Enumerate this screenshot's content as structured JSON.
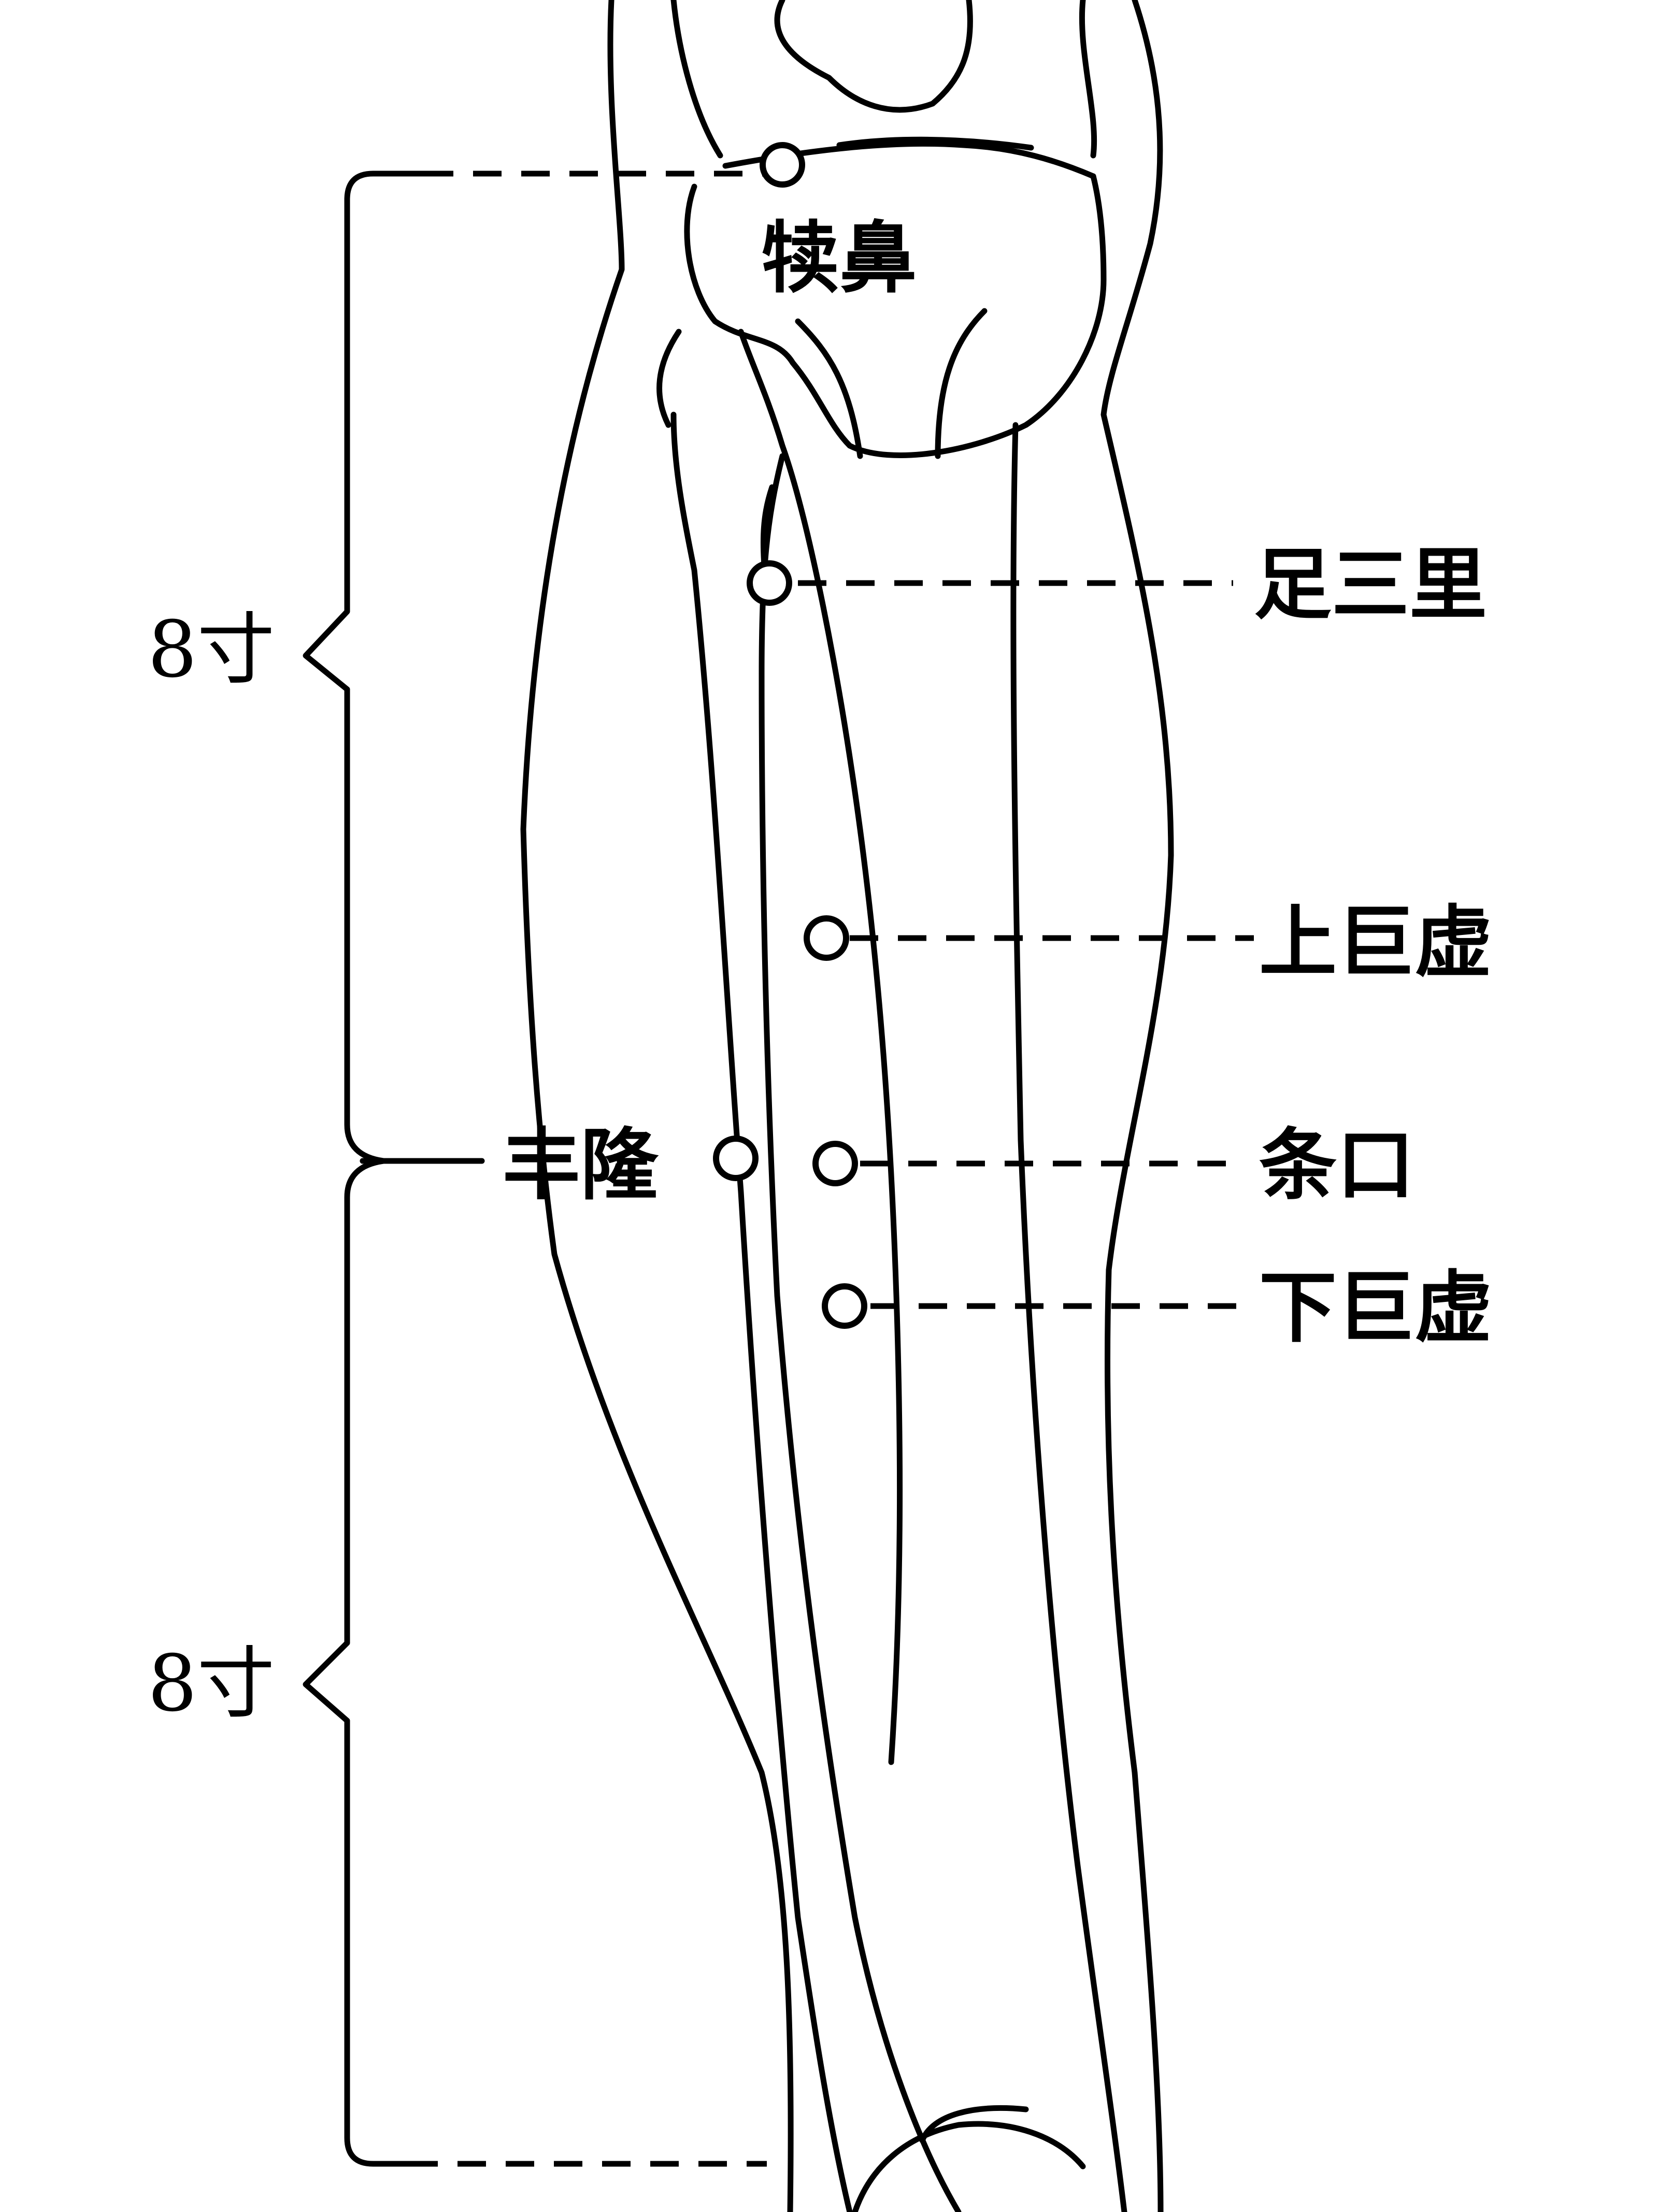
{
  "acupoints": {
    "dubi": "犊鼻",
    "zusanli": "足三里",
    "shangjuxu": "上巨虚",
    "tiaokou": "条口",
    "fenglong": "丰隆",
    "xiajuxu": "下巨虚"
  },
  "measurements": {
    "upper": "8寸",
    "lower": "8寸"
  },
  "colors": {
    "line": "#000000",
    "background": "#ffffff"
  }
}
